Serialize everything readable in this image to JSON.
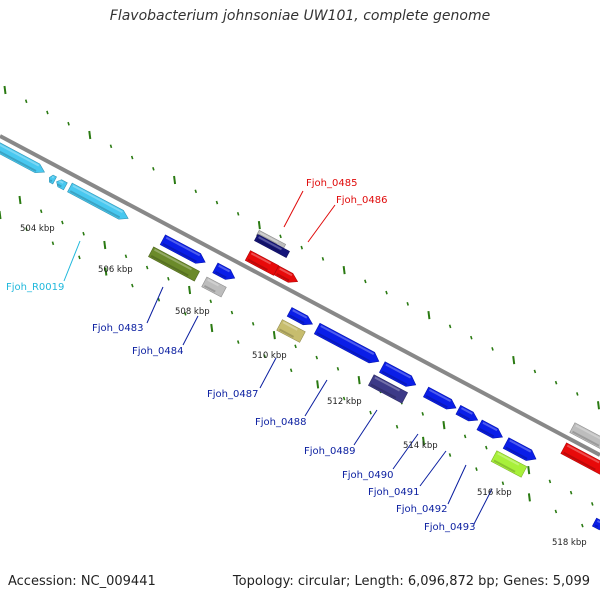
{
  "title": "Flavobacterium johnsoniae UW101, complete genome",
  "footer": {
    "accession": "Accession: NC_009441",
    "summary": "Topology: circular; Length: 6,096,872 bp; Genes: 5,099"
  },
  "colors": {
    "backbone": "#8a8a8a",
    "ticks": "#2a7a12",
    "light_blue": "#48c8f0",
    "blue": "#0a1ee8",
    "olive": "#6b8a2a",
    "gray": "#bdbdbd",
    "red": "#e80a0a",
    "navy": "#15157a",
    "khaki": "#c7bd6e",
    "slate": "#3d3a88",
    "lime": "#a8f03a"
  },
  "kbp_labels": [
    "504 kbp",
    "506 kbp",
    "508 kbp",
    "510 kbp",
    "512 kbp",
    "514 kbp",
    "516 kbp",
    "518 kbp"
  ],
  "gene_labels": [
    {
      "text": "Fjoh_R0019",
      "color": "#1fb8dc"
    },
    {
      "text": "Fjoh_0483",
      "color": "#0a1ea0"
    },
    {
      "text": "Fjoh_0484",
      "color": "#0a1ea0"
    },
    {
      "text": "Fjoh_0485",
      "color": "#e00a0a"
    },
    {
      "text": "Fjoh_0486",
      "color": "#e00a0a"
    },
    {
      "text": "Fjoh_0487",
      "color": "#0a1ea0"
    },
    {
      "text": "Fjoh_0488",
      "color": "#0a1ea0"
    },
    {
      "text": "Fjoh_0489",
      "color": "#0a1ea0"
    },
    {
      "text": "Fjoh_0490",
      "color": "#0a1ea0"
    },
    {
      "text": "Fjoh_0491",
      "color": "#0a1ea0"
    },
    {
      "text": "Fjoh_0492",
      "color": "#0a1ea0"
    },
    {
      "text": "Fjoh_0493",
      "color": "#0a1ea0"
    }
  ]
}
